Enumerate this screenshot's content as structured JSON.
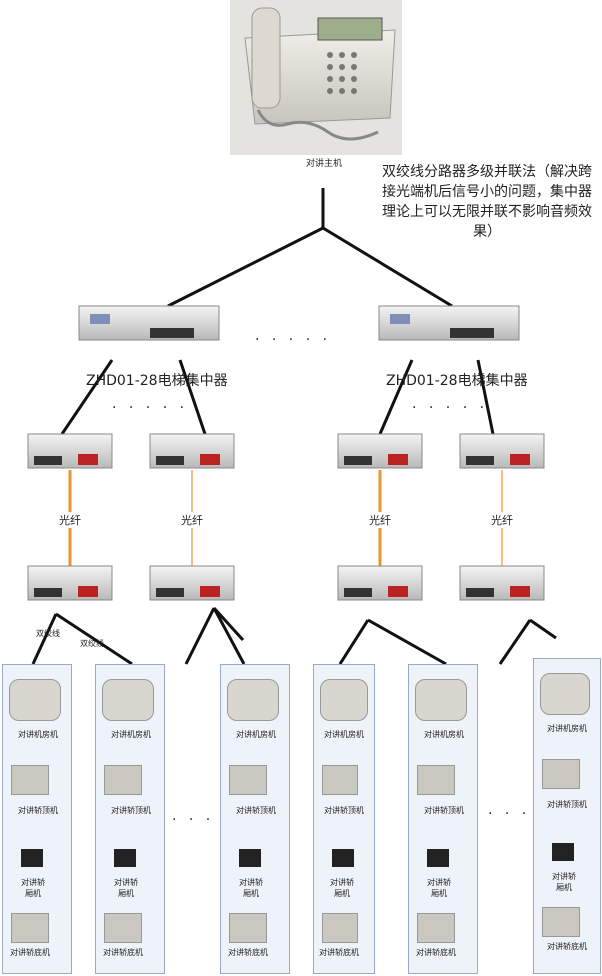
{
  "title_note": "双绞线分路器多级并联法（解决跨接光端机后信号小的问题，集中器理论上可以无限并联不影响音频效果）",
  "host_label": "对讲主机",
  "concentrator_label": "ZHD01-28电梯集中器",
  "fiber_label": "光纤",
  "twisted_pair_label": "双绞线",
  "ellipsis": "· · · · ·",
  "terminals": {
    "machine_room": "对讲机房机",
    "car_top": "对讲轿顶机",
    "car_cabin": "对讲轿厢机",
    "car_bottom": "对讲轿底机"
  },
  "colors": {
    "fiber": "#e8962e",
    "panel_border": "#9aa9c9",
    "panel_bg": "#eef2f9",
    "line": "#111111"
  }
}
